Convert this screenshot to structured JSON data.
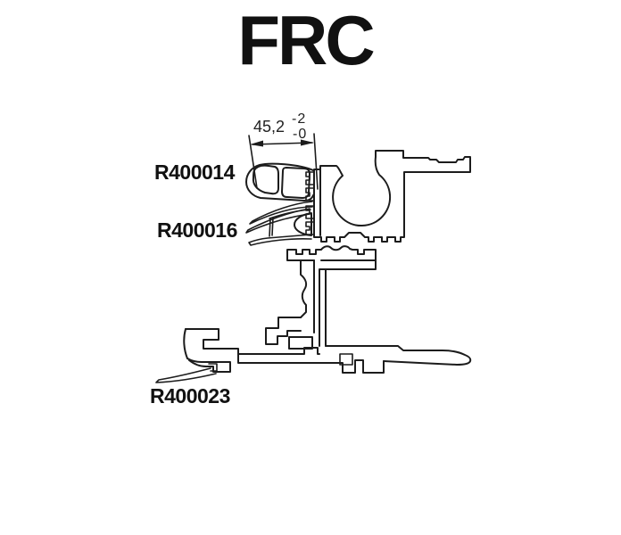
{
  "page": {
    "background": "#ffffff",
    "ink_color": "#1c1c1c"
  },
  "title": "FRC",
  "dimension": {
    "value": "45,2",
    "tolerance_upper": "-2",
    "tolerance_lower": "-0"
  },
  "part_labels": [
    {
      "id": "R400014"
    },
    {
      "id": "R400016"
    },
    {
      "id": "R400023"
    }
  ],
  "drawing": {
    "type": "technical cross-section line drawing"
  }
}
